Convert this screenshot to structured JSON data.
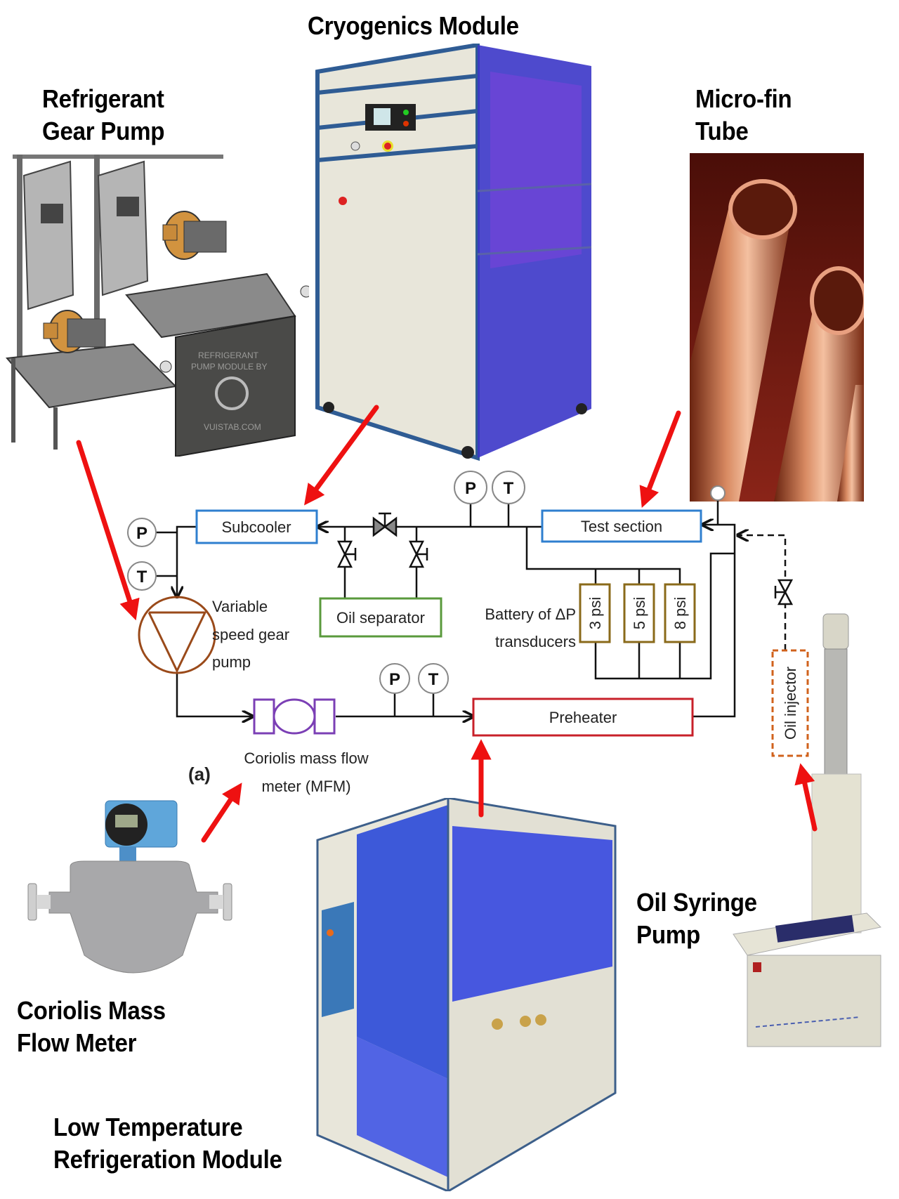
{
  "captions": {
    "cryogenics": "Cryogenics Module",
    "gear_pump": [
      "Refrigerant",
      "Gear Pump"
    ],
    "micro_fin": [
      "Micro-fin",
      "Tube"
    ],
    "coriolis": [
      "Coriolis Mass",
      "Flow Meter"
    ],
    "oil_syringe": [
      "Oil Syringe",
      "Pump"
    ],
    "ltr_module": [
      "Low Temperature",
      "Refrigeration Module"
    ]
  },
  "pump_module_engraving": [
    "REFRIGERANT",
    "PUMP MODULE BY",
    "VUISTAB.COM"
  ],
  "schematic": {
    "panel_label": "(a)",
    "subcooler": "Subcooler",
    "test_section": "Test section",
    "oil_separator": "Oil separator",
    "preheater": "Preheater",
    "oil_injector": "Oil injector",
    "pump_label": [
      "Variable",
      "speed gear",
      "pump"
    ],
    "mfm_label": [
      "Coriolis mass flow",
      "meter (MFM)"
    ],
    "dp_battery_label": [
      "Battery of ΔP",
      "transducers"
    ],
    "dp_transducers": [
      "3 psi",
      "5 psi",
      "8 psi"
    ],
    "sensor_p": "P",
    "sensor_t": "T"
  },
  "colors": {
    "subcooler": "#2f7fcf",
    "test_section": "#2f7fcf",
    "oil_separator": "#5a9a3c",
    "preheater": "#c8202a",
    "pump": "#9a4a1a",
    "mfm": "#7b3fb5",
    "dp_transducer": "#8a6a1a",
    "oil_injector": "#d0621c",
    "callout_arrow": "#ee1111",
    "pipe": "#111111"
  }
}
